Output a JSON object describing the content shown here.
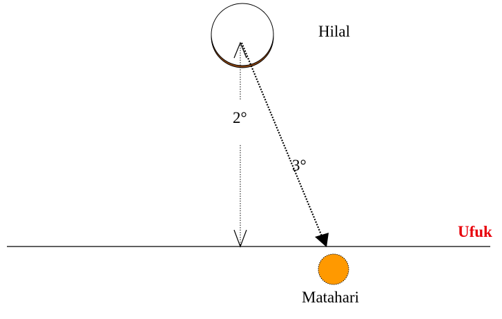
{
  "labels": {
    "hilal": "Hilal",
    "altitude": "2°",
    "elongation": "3°",
    "horizon": "Ufuk",
    "sun": "Matahari"
  },
  "colors": {
    "horizon_label": "#e8000b",
    "sun_fill": "#ff9900",
    "line": "#000000",
    "moon_rim": "#8b4513"
  }
}
